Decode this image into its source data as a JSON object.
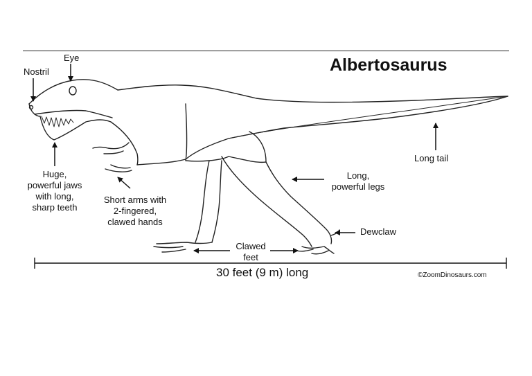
{
  "title": "Albertosaurus",
  "labels": {
    "eye": "Eye",
    "nostril": "Nostril",
    "jaws": [
      "Huge,",
      "powerful jaws",
      "with long,",
      "sharp teeth"
    ],
    "arms": [
      "Short arms with",
      "2-fingered,",
      "clawed hands"
    ],
    "legs": [
      "Long,",
      "powerful legs"
    ],
    "tail": "Long tail",
    "feet": [
      "Clawed",
      "feet"
    ],
    "dewclaw": "Dewclaw"
  },
  "length": "30 feet (9 m) long",
  "copyright": "©ZoomDinosaurs.com"
}
